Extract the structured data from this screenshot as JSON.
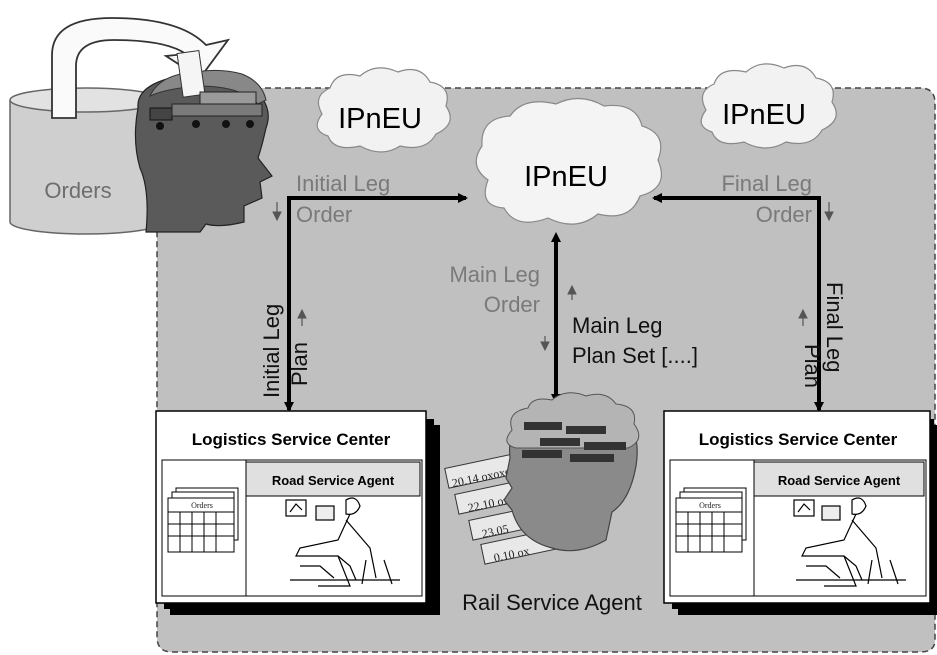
{
  "orders_db": {
    "label": "Orders"
  },
  "clouds": {
    "center": "IPnEU",
    "left": "IPnEU",
    "right": "IPnEU"
  },
  "flows": {
    "initial_leg_order": [
      "Initial Leg",
      "Order"
    ],
    "final_leg_order": [
      "Final Leg",
      "Order"
    ],
    "main_leg_order": [
      "Main Leg",
      "Order"
    ],
    "main_leg_plan": [
      "Main Leg",
      "Plan Set [....]"
    ],
    "initial_leg_plan": [
      "Initial Leg",
      "Plan"
    ],
    "final_leg_plan": [
      "Final Leg",
      "Plan"
    ]
  },
  "left_center": {
    "title": "Logistics Service Center",
    "agent": "Road Service Agent",
    "orders_tag": "Orders"
  },
  "right_center": {
    "title": "Logistics Service Center",
    "agent": "Road Service Agent",
    "orders_tag": "Orders"
  },
  "rail_agent": {
    "label": "Rail Service Agent",
    "slips": [
      "20.14 oxoxo",
      "22.10 oxo",
      "23.05",
      "0.10 ox"
    ]
  },
  "colors": {
    "background_panel": "#c0c0c0",
    "cloud": "#f0f0f0",
    "head": "#5a5a5a",
    "gray_text": "#7a7a7a"
  }
}
